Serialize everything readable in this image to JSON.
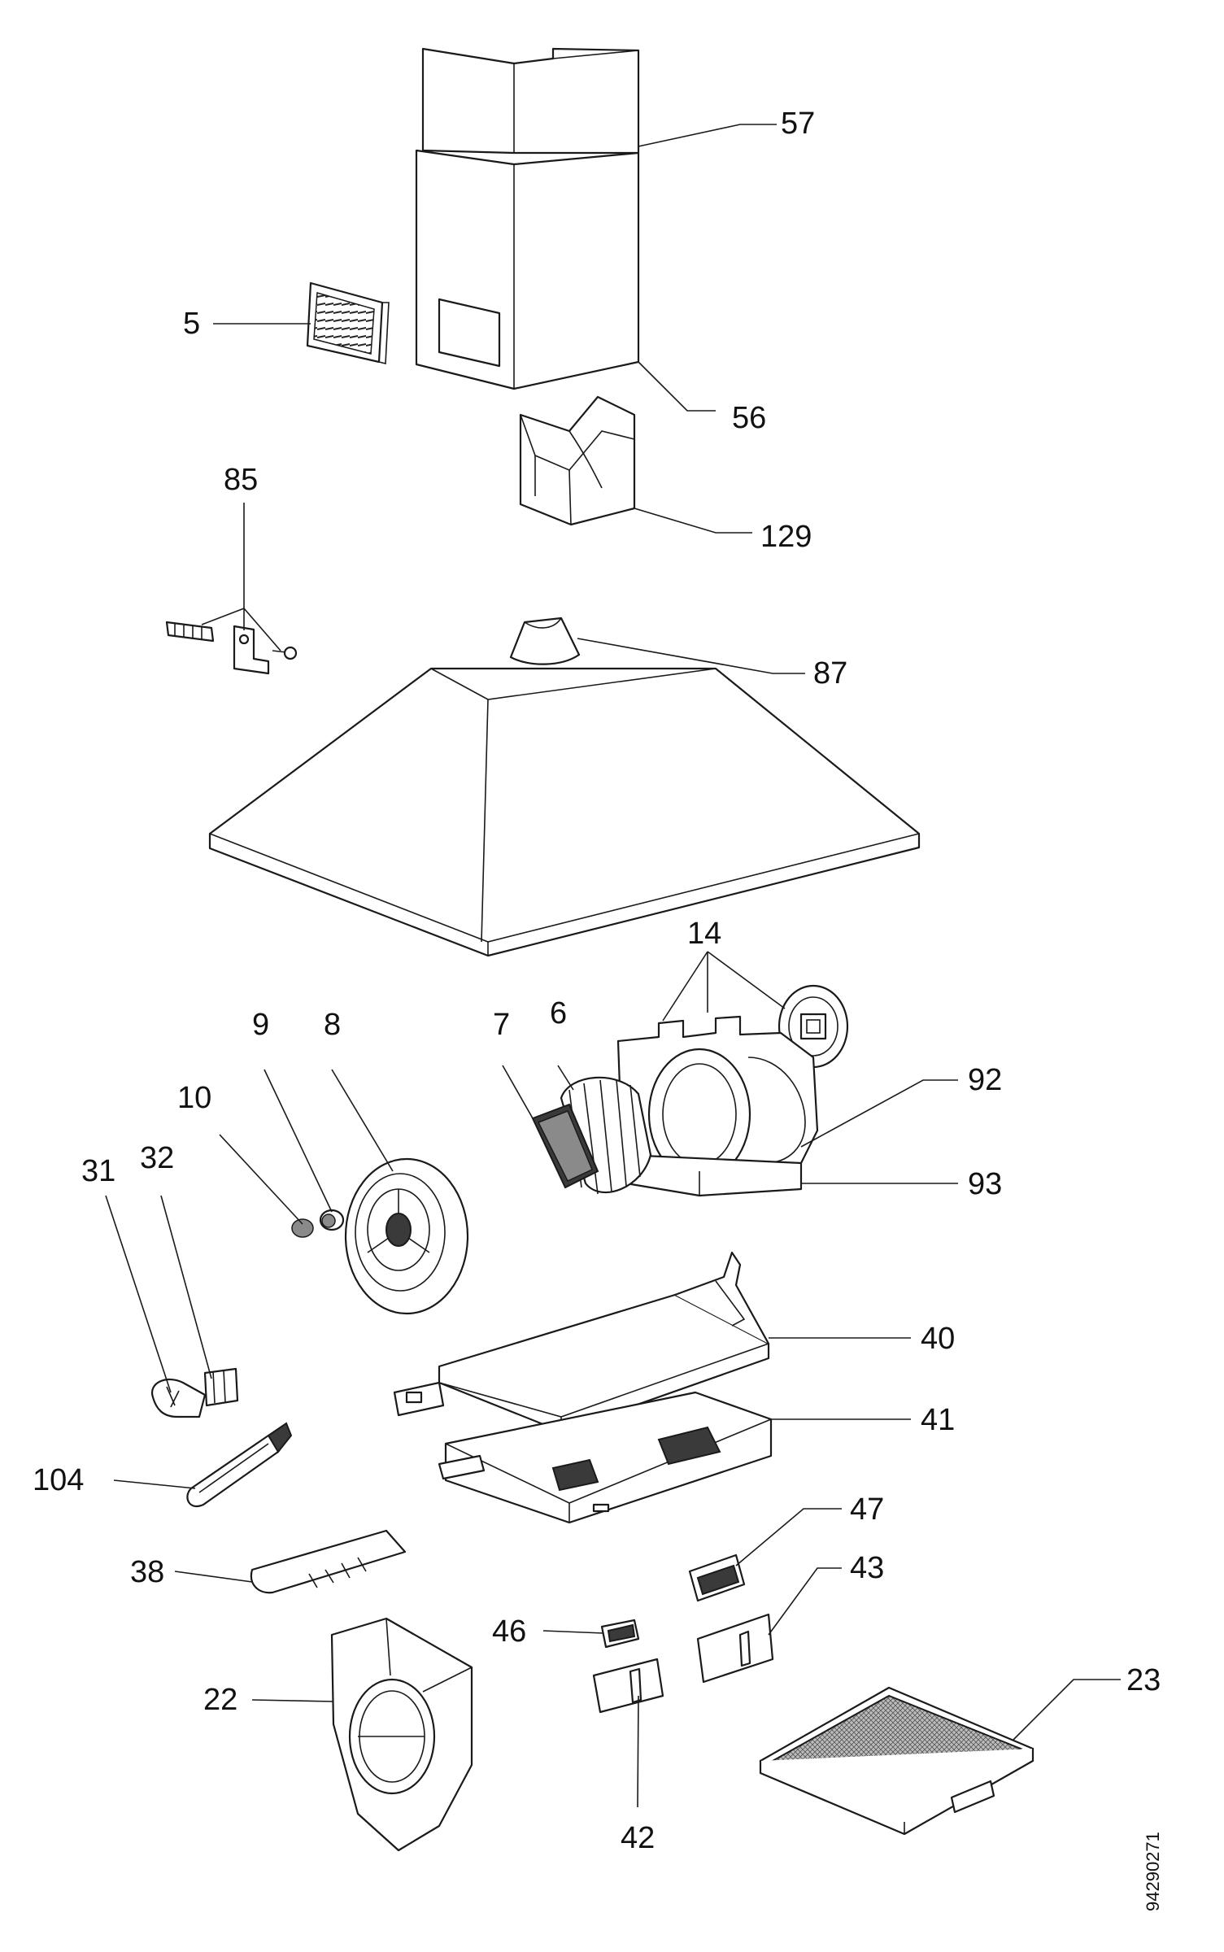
{
  "labels": {
    "p57": "57",
    "p5": "5",
    "p56": "56",
    "p129": "129",
    "p85": "85",
    "p87": "87",
    "p14": "14",
    "p9": "9",
    "p8": "8",
    "p7": "7",
    "p6": "6",
    "p10": "10",
    "p92": "92",
    "p31": "31",
    "p32": "32",
    "p93": "93",
    "p40": "40",
    "p41": "41",
    "p104": "104",
    "p47": "47",
    "p38": "38",
    "p43": "43",
    "p46": "46",
    "p22": "22",
    "p23": "23",
    "p42": "42"
  },
  "drawing_code": "94290271"
}
